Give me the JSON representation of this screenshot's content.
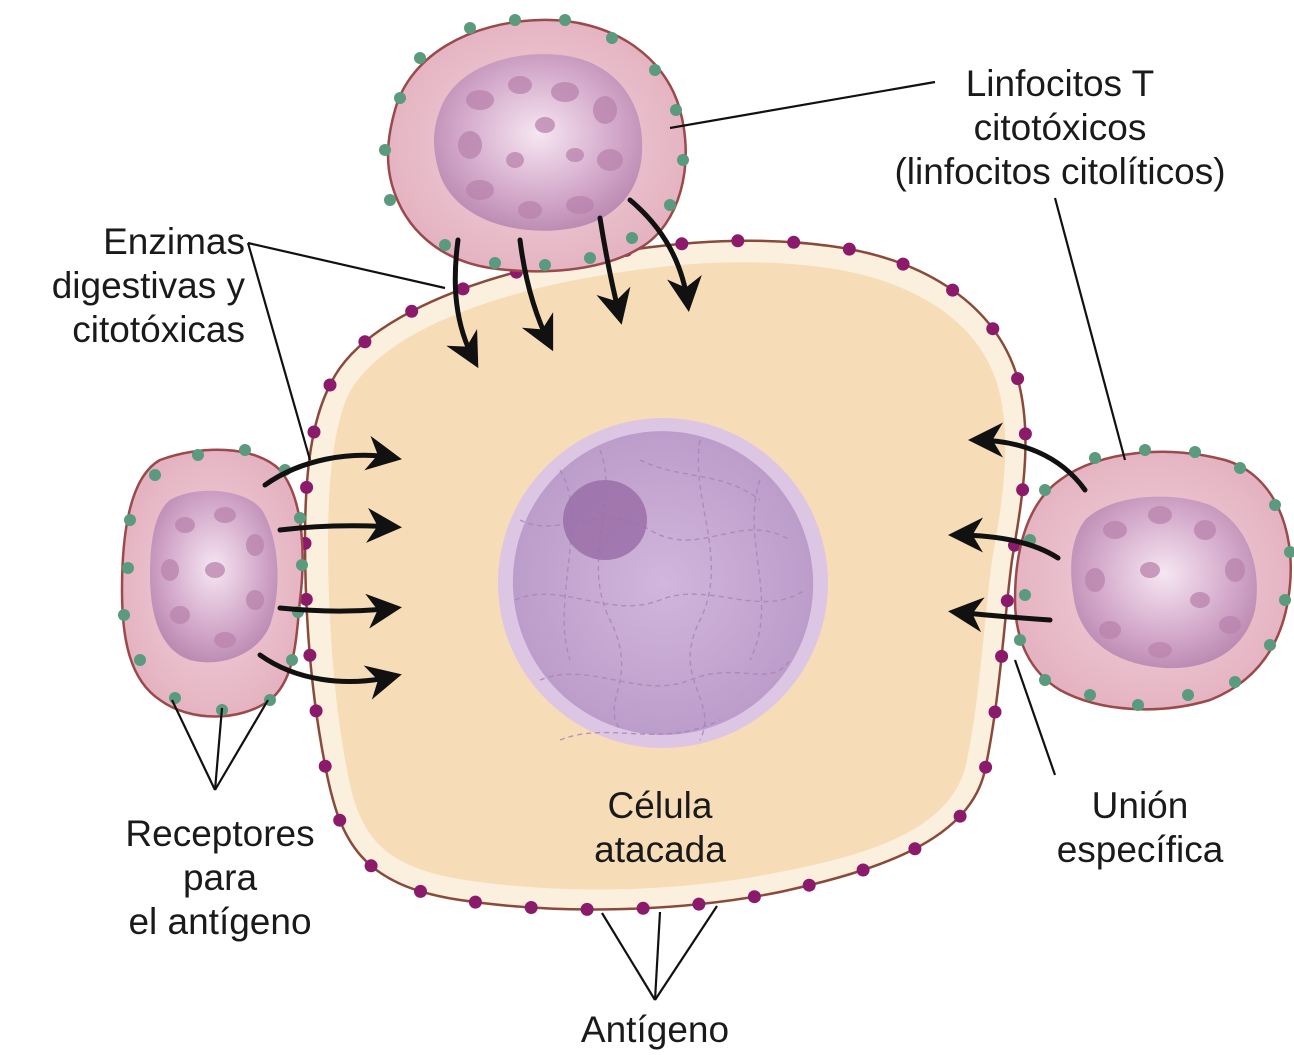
{
  "labels": {
    "t_lymphocytes": [
      "Linfocitos T",
      "citotóxicos",
      "(linfocitos citolíticos)"
    ],
    "enzymes": [
      "Enzimas",
      "digestivas y",
      "citotóxicas"
    ],
    "receptors": [
      "Receptores",
      "para",
      "el antígeno"
    ],
    "target_cell": [
      "Célula",
      "atacada"
    ],
    "specific_binding": [
      "Unión",
      "específica"
    ],
    "antigen": "Antígeno"
  },
  "colors": {
    "target_cytoplasm": "#f7dcb8",
    "target_border": "#fbefdc",
    "target_membrane": "#8a4a3a",
    "antigen_dot": "#8b1a6b",
    "nucleus_fill": "#c8a9d4",
    "nucleus_border": "#dcc6e4",
    "nucleolus": "#9a6fa8",
    "lymphocyte_fill": "#e8bcc8",
    "lymphocyte_membrane": "#9a4a4a",
    "lymphocyte_nucleus": "#c595bd",
    "receptor_dot": "#5a9a7e",
    "line": "#111111"
  }
}
